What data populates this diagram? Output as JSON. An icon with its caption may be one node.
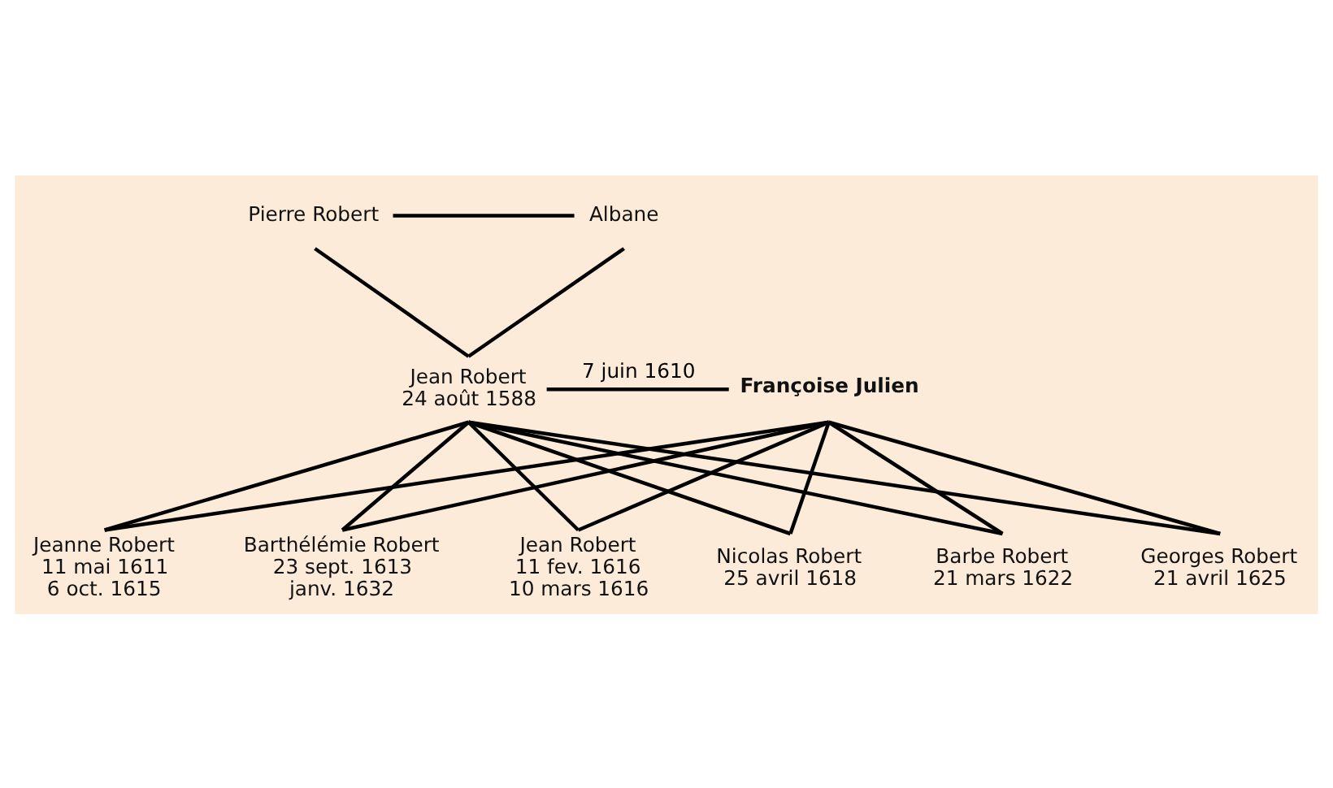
{
  "diagram": {
    "nodes": [
      {
        "text": [
          "Pierre Robert"
        ]
      },
      {
        "text": [
          "Albane"
        ]
      },
      {
        "text": [
          "Jean Robert",
          "24 août 1588"
        ]
      },
      {
        "text": [
          "Françoise Julien"
        ]
      },
      {
        "text": [
          "Jeanne Robert",
          "11 mai 1611",
          "6 oct. 1615"
        ]
      },
      {
        "text": [
          "Barthélémie Robert",
          "23 sept. 1613",
          "janv. 1632"
        ]
      },
      {
        "text": [
          "Jean Robert",
          "11 fev. 1616",
          "10 mars 1616"
        ]
      },
      {
        "text": [
          "Nicolas Robert",
          "25 avril 1618"
        ]
      },
      {
        "text": [
          "Barbe Robert",
          "21 mars 1622"
        ]
      },
      {
        "text": [
          "Georges Robert",
          "21 avril 1625"
        ]
      }
    ],
    "edges": [
      {
        "from": 0,
        "to": 1,
        "arrow": "none"
      },
      {
        "from": 0,
        "to": 2,
        "arrow": "none"
      },
      {
        "from": 1,
        "to": 2,
        "arrow": "none"
      },
      {
        "from": 2,
        "to": 3,
        "arrow": "none",
        "label": "7 juin 1610"
      },
      {
        "from": 2,
        "to": 4,
        "arrow": "none"
      },
      {
        "from": 3,
        "to": 4,
        "arrow": "none"
      },
      {
        "from": 2,
        "to": 5,
        "arrow": "none"
      },
      {
        "from": 3,
        "to": 5,
        "arrow": "none"
      },
      {
        "from": 2,
        "to": 6,
        "arrow": "none"
      },
      {
        "from": 3,
        "to": 6,
        "arrow": "none"
      },
      {
        "from": 2,
        "to": 7,
        "arrow": "none"
      },
      {
        "from": 3,
        "to": 7,
        "arrow": "none"
      },
      {
        "from": 2,
        "to": 8,
        "arrow": "none"
      },
      {
        "from": 3,
        "to": 8,
        "arrow": "none"
      },
      {
        "from": 2,
        "to": 9,
        "arrow": "none"
      },
      {
        "from": 3,
        "to": 9,
        "arrow": "none"
      }
    ]
  }
}
